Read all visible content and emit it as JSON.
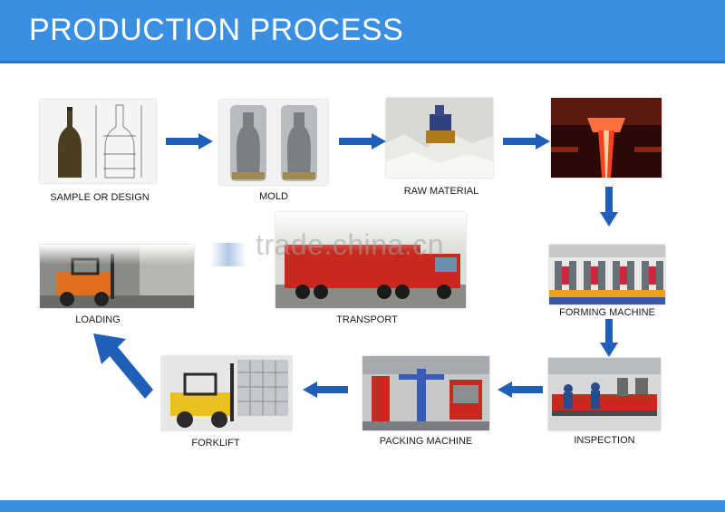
{
  "header": {
    "title": "PRODUCTION PROCESS"
  },
  "steps": {
    "sample": "SAMPLE OR DESIGN",
    "mold": "MOLD",
    "raw_material": "RAW MATERIAL",
    "forming_machine": "FORMING MACHINE",
    "inspection": "INSPECTION",
    "packing_machine": "PACKING MACHINE",
    "forklift": "FORKLIFT",
    "loading": "LOADING",
    "transport": "TRANSPORT"
  },
  "watermark": "trade.china.cn",
  "colors": {
    "header": "#3b8fe0",
    "arrow": "#1f5fb8"
  },
  "icons": [
    "bottle-photo",
    "mold-photo",
    "raw-material-photo",
    "furnace-photo",
    "forming-machine-photo",
    "inspection-photo",
    "packing-machine-photo",
    "forklift-photo",
    "loading-photo",
    "truck-photo",
    "arrow-right-icon",
    "arrow-down-icon",
    "arrow-left-icon",
    "arrow-up-left-icon"
  ]
}
